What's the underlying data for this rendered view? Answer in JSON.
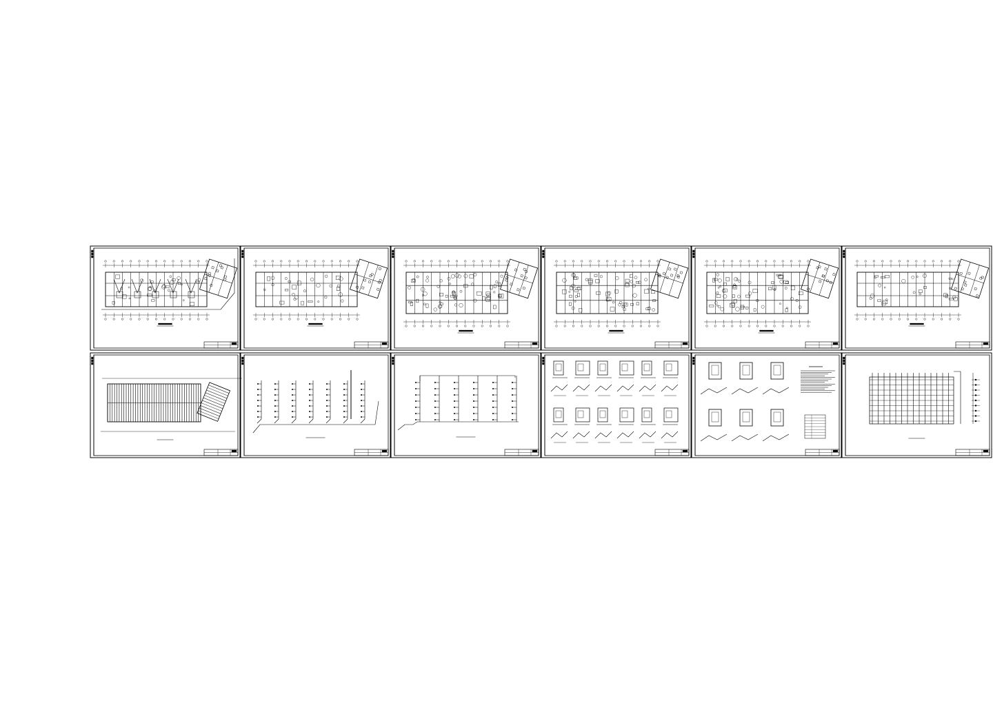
{
  "drawing_set": {
    "description_visible_text": "",
    "rows": 2,
    "cols": 6,
    "sheets": [
      {
        "id": "plan-1",
        "kind": "plan-ground"
      },
      {
        "id": "plan-2",
        "kind": "plan"
      },
      {
        "id": "plan-3",
        "kind": "plan-dense"
      },
      {
        "id": "plan-4",
        "kind": "plan-dense"
      },
      {
        "id": "plan-5",
        "kind": "plan-dense"
      },
      {
        "id": "plan-6",
        "kind": "plan-light"
      },
      {
        "id": "roof",
        "kind": "roof-hatch"
      },
      {
        "id": "riser-1",
        "kind": "riser-many"
      },
      {
        "id": "riser-2",
        "kind": "riser-few"
      },
      {
        "id": "details-1",
        "kind": "details-grid"
      },
      {
        "id": "details-2",
        "kind": "details-notes"
      },
      {
        "id": "system",
        "kind": "system-diagram"
      }
    ]
  },
  "colors": {
    "line": "#000000",
    "paper": "#ffffff"
  }
}
